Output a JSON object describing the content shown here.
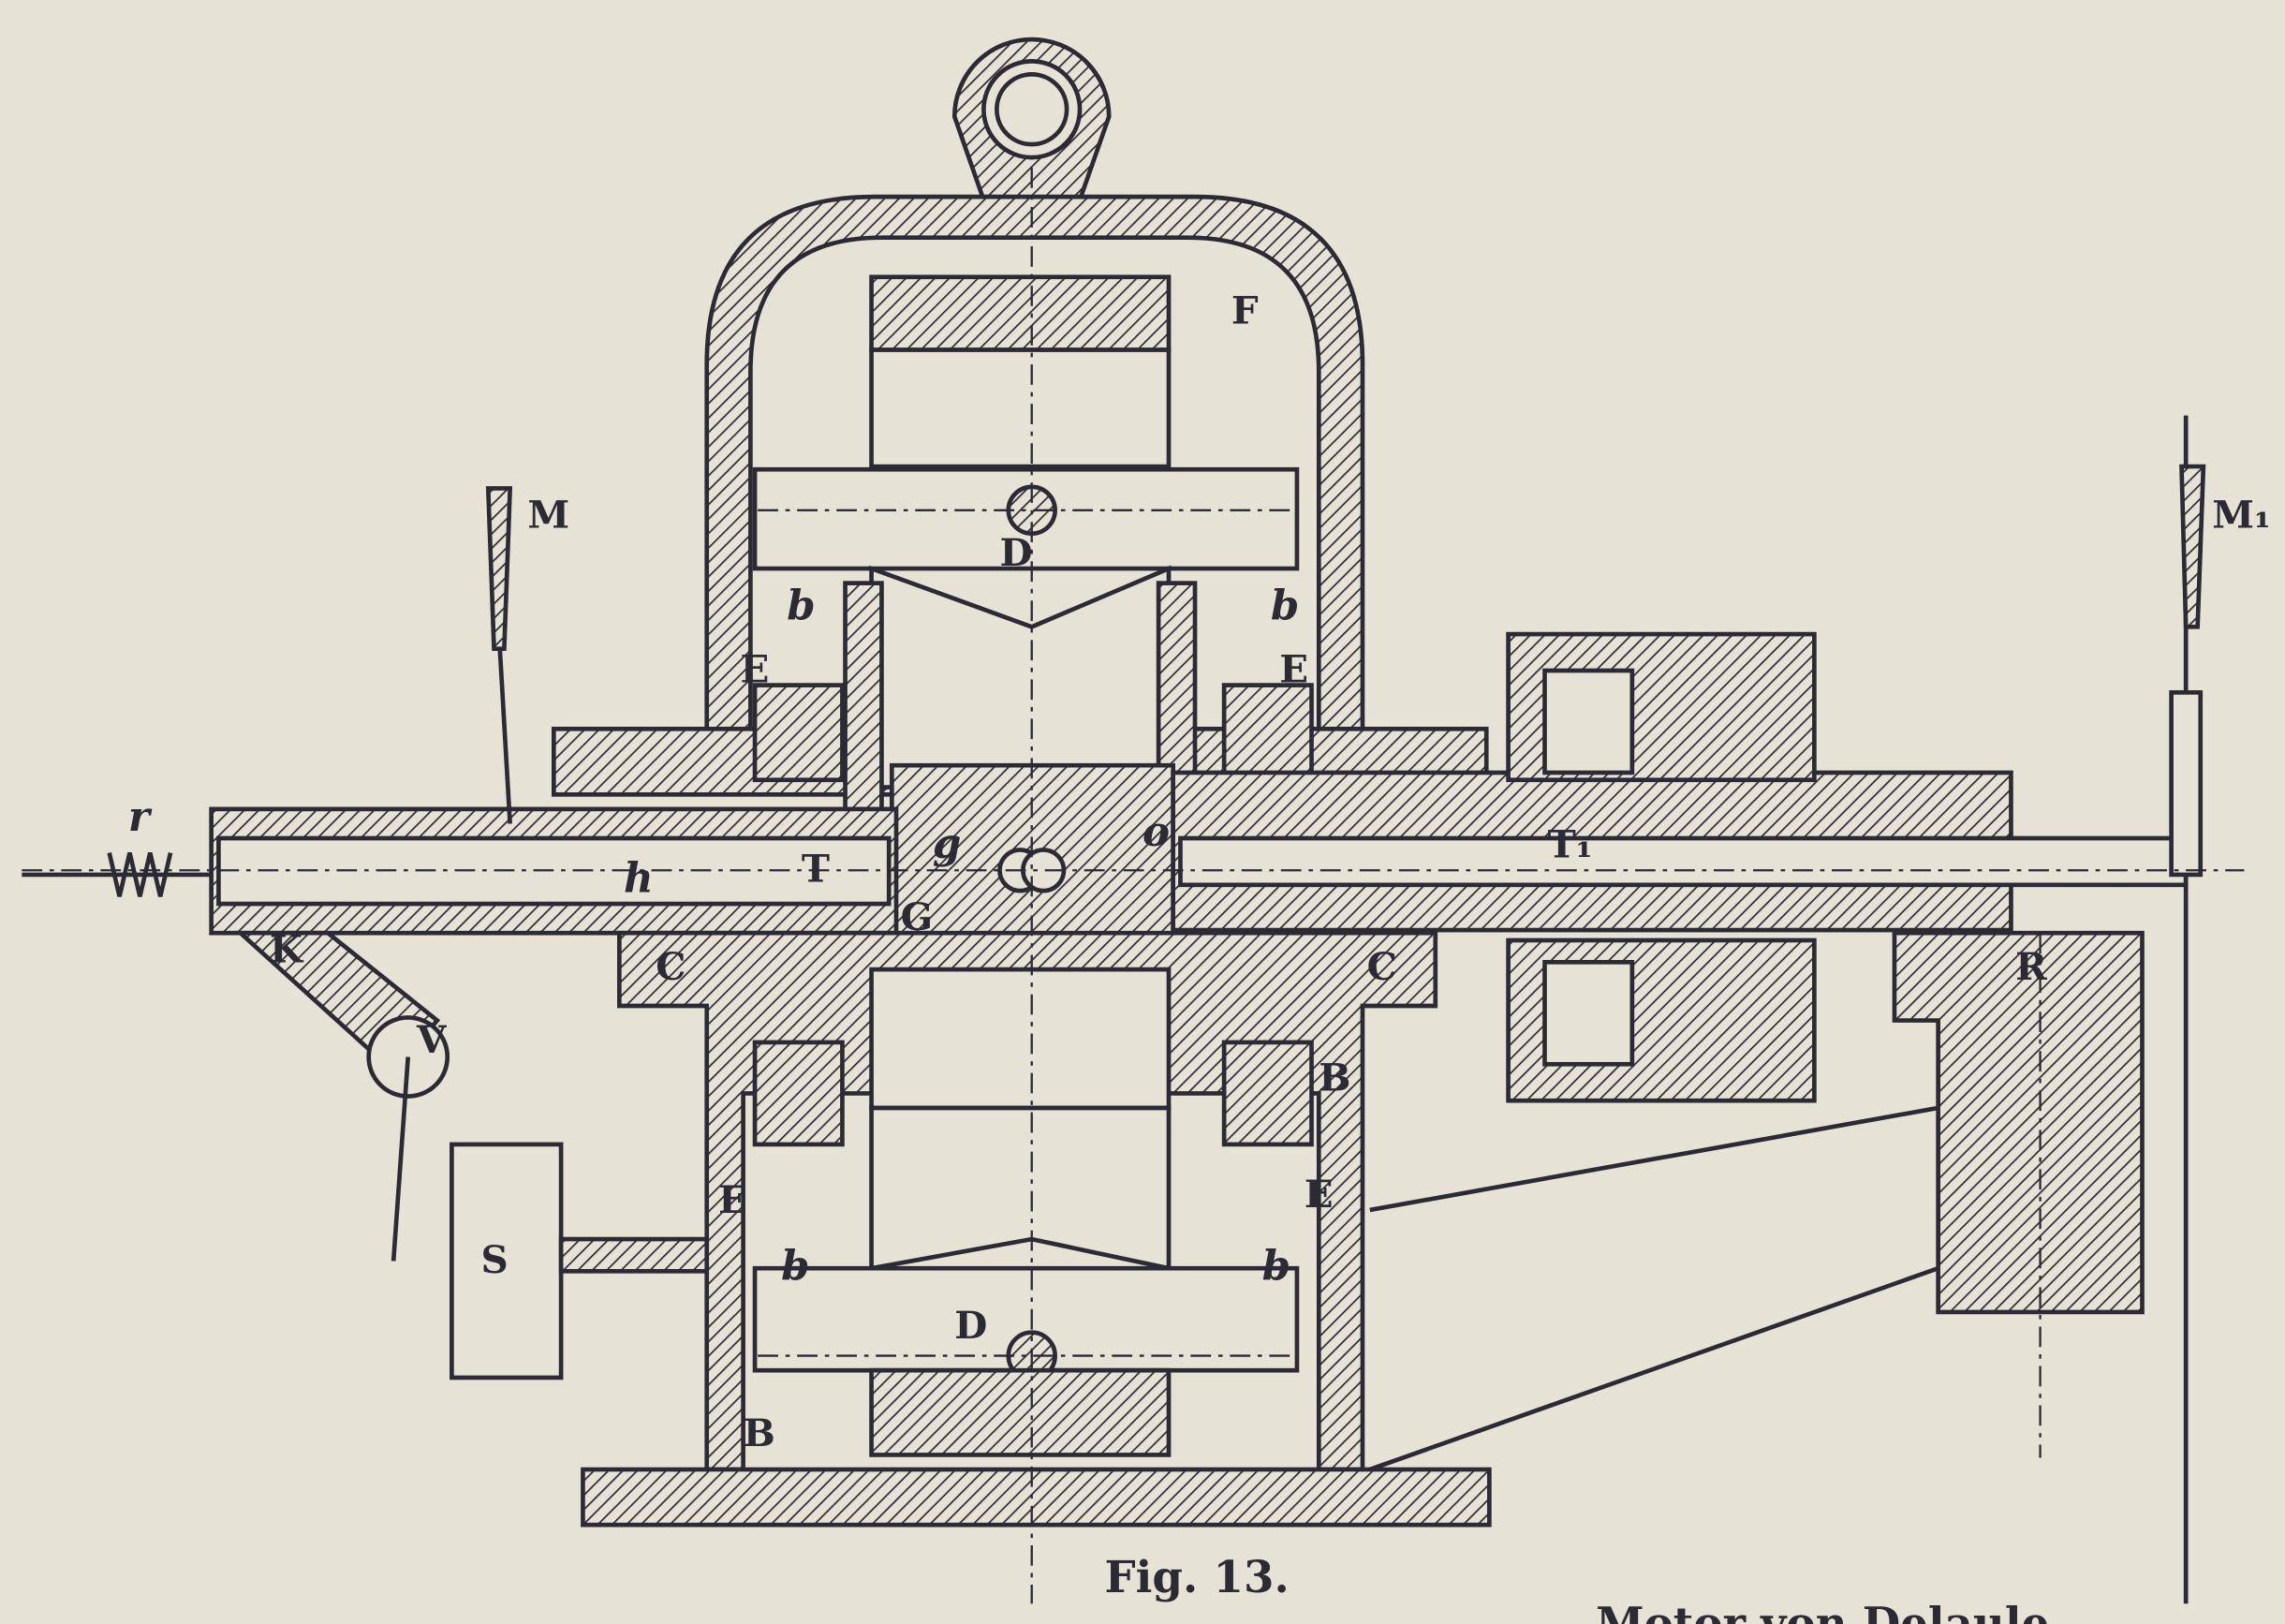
{
  "figure": {
    "caption": "Fig. 13.",
    "running_caption": "Motor von Delaule",
    "labels": [
      "F",
      "M",
      "M₁",
      "D",
      "b",
      "b",
      "E",
      "E",
      "T",
      "T₁",
      "h",
      "g",
      "G",
      "o",
      "r",
      "K",
      "V",
      "C",
      "C",
      "R",
      "B",
      "B",
      "E",
      "b",
      "E",
      "b",
      "D",
      "S"
    ]
  },
  "colors": {
    "paper": "#e6e2d6",
    "ink": "#2b2a35"
  }
}
